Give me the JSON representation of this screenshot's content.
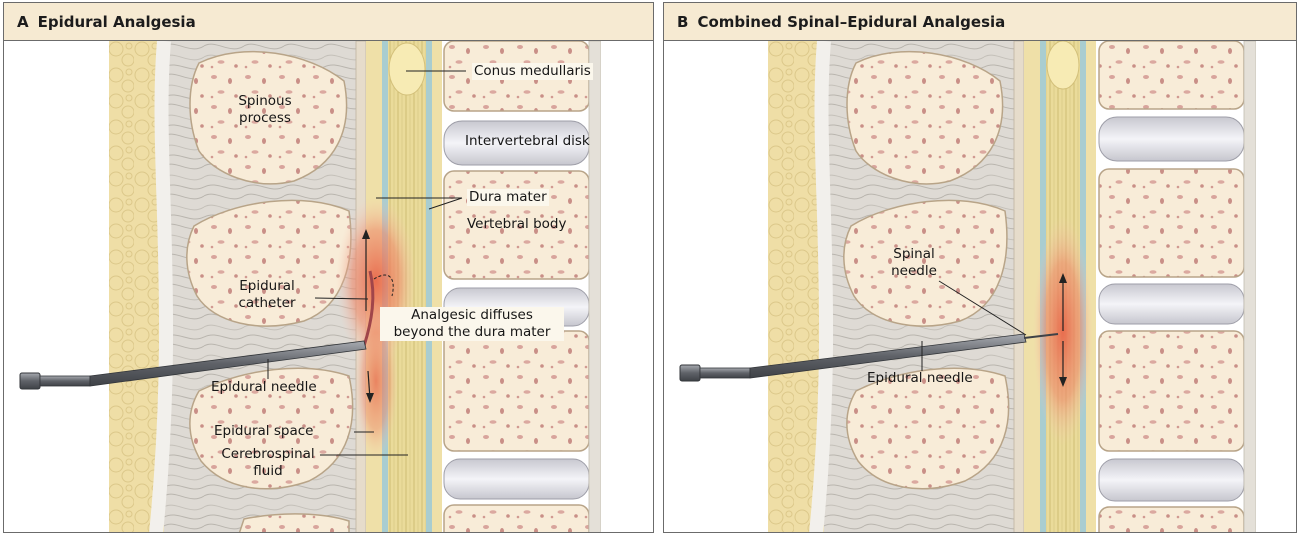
{
  "panel_a": {
    "letter": "A",
    "title": "Epidural Analgesia",
    "labels": {
      "conus_medullaris": "Conus medullaris",
      "spinous_process": [
        "Spinous",
        "process"
      ],
      "intervertebral_disk": "Intervertebral disk",
      "dura_mater": "Dura mater",
      "vertebral_body": "Vertebral body",
      "epidural_catheter": [
        "Epidural",
        "catheter"
      ],
      "analgesic_diffuses": [
        "Analgesic diffuses",
        "beyond the dura mater"
      ],
      "epidural_needle": "Epidural needle",
      "epidural_space": "Epidural space",
      "cerebrospinal_fluid": [
        "Cerebrospinal",
        "fluid"
      ]
    }
  },
  "panel_b": {
    "letter": "B",
    "title": "Combined Spinal–Epidural Analgesia",
    "labels": {
      "spinal_needle": [
        "Spinal",
        "needle"
      ],
      "epidural_needle": "Epidural needle"
    }
  },
  "colors": {
    "bone": "#f8ecd8",
    "bone_speckle": "#c98f87",
    "fat": "#efdea6",
    "ligament": "#d8d4ce",
    "cord": "#eadb9a",
    "dura": "#a9cdd0",
    "anesthetic": "#e8674a",
    "needle": "#777a80"
  }
}
